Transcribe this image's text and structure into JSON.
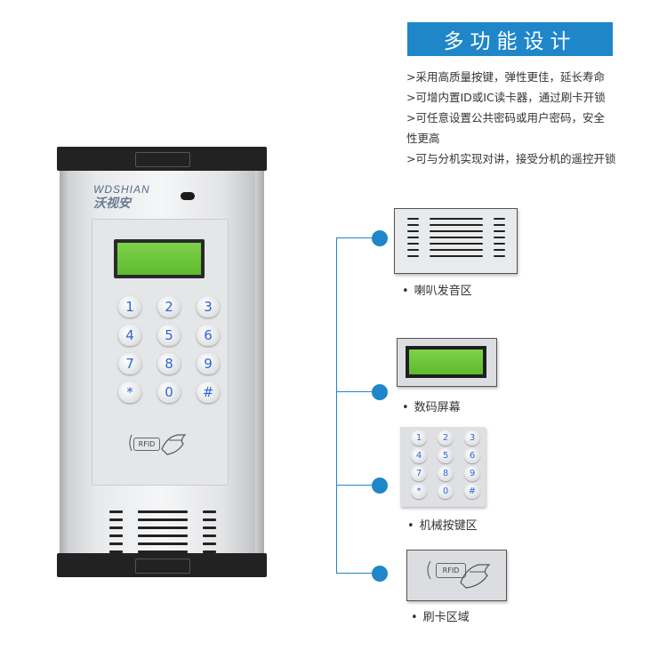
{
  "header": {
    "title": "多功能设计",
    "features": [
      ">采用高质量按键，弹性更佳，延长寿命",
      ">可增内置ID或IC读卡器，通过刷卡开锁",
      ">可任意设置公共密码或用户密码，安全",
      "性更高",
      ">可与分机实现对讲，接受分机的遥控开锁"
    ]
  },
  "panel": {
    "brand_en": "WDSHIAN",
    "brand_cn": "沃视安",
    "keys": [
      "1",
      "2",
      "3",
      "4",
      "5",
      "6",
      "7",
      "8",
      "9",
      "*",
      "0",
      "#"
    ],
    "rfid_label": "RFID"
  },
  "details": {
    "bullet": "•",
    "speaker_label": "喇叭发音区",
    "screen_label": "数码屏幕",
    "keypad_label": "机械按键区",
    "card_label": "刷卡区域",
    "rfid_label": "RFID"
  },
  "colors": {
    "accent": "#1f86c9",
    "lcd": "#6cc63a",
    "key_text": "#2f64d8"
  }
}
